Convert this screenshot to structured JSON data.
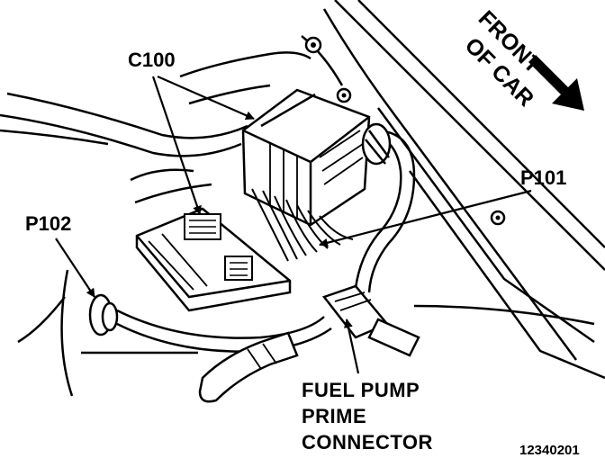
{
  "labels": {
    "c100": "C100",
    "p101": "P101",
    "p102": "P102",
    "fuel_pump_line1": "FUEL PUMP",
    "fuel_pump_line2": "PRIME",
    "fuel_pump_line3": "CONNECTOR",
    "front_line1": "FRONT",
    "front_line2": "OF CAR",
    "figure_number": "12340201"
  },
  "colors": {
    "ink": "#000000",
    "paper": "#ffffff"
  }
}
